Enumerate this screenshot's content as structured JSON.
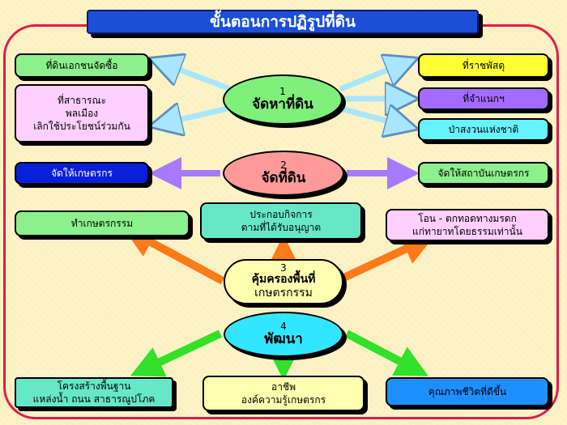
{
  "title": "ขั้นตอนการปฏิรูปที่ดิน",
  "steps": [
    {
      "num": "1",
      "label": "จัดหาที่ดิน"
    },
    {
      "num": "2",
      "label": "จัดที่ดิน"
    },
    {
      "num": "3",
      "label_line1": "คุ้มครองพื้นที่",
      "label_line2": "เกษตรกรรม"
    },
    {
      "num": "4",
      "label": "พัฒนา"
    }
  ],
  "step1_left": [
    {
      "text": "ที่ดินเอกชนจัดซื้อ"
    },
    {
      "line1": "ที่สาธารณะ",
      "line2": "พลเมือง",
      "line3": "เลิกใช้ประโยชน์ร่วมกัน"
    }
  ],
  "step1_right": [
    "ที่ราชพัสดุ",
    "ที่จำแนกฯ",
    "ป่าสงวนแห่งชาติ"
  ],
  "step2_left": "จัดให้เกษตรกร",
  "step2_right": "จัดให้สถาบันเกษตรกร",
  "step3": {
    "left": "ทำเกษตรกรรม",
    "center_line1": "ประกอบกิจการ",
    "center_line2": "ตามที่ได้รับอนุญาต",
    "right_line1": "โอน - ตกทอดทางมรดก",
    "right_line2": "แก่ทายาทโดยธรรมเท่านั้น"
  },
  "step4": {
    "left_line1": "โครงสร้างพื้นฐาน",
    "left_line2": "แหล่งน้ำ ถนน สาธารณูปโภค",
    "center_line1": "อาชีพ",
    "center_line2": "องค์ความรู้เกษตรกร",
    "right": "คุณภาพชีวิตที่ดีขึ้น"
  },
  "colors": {
    "title_bg": "#1c4fd8",
    "frame": "#e31a4a",
    "oval_green": "#7ff07a",
    "oval_pink": "#ff9a9a",
    "oval_cyan": "#33e6ff",
    "box_green": "#8cf08c",
    "box_pink": "#ffd0ff",
    "box_yellow": "#ffff33",
    "box_purple": "#a36bff",
    "box_cyan": "#66f2ff",
    "box_blue": "#0a1fd8",
    "box_teal": "#66e8c8",
    "box_lightyellow": "#ffffb0",
    "box_azure": "#1e8fff"
  }
}
